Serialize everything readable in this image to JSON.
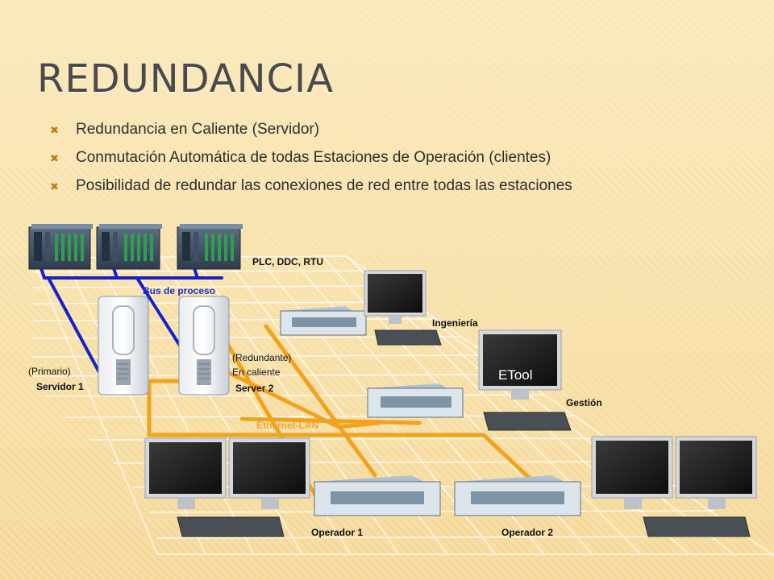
{
  "slide": {
    "title": "REDUNDANCIA",
    "bullets": [
      "Redundancia en Caliente (Servidor)",
      "Conmutación Automática de todas Estaciones de Operación (clientes)",
      "Posibilidad de redundar las conexiones de red entre todas las estaciones"
    ],
    "bullet_icon": "x-bullet-icon"
  },
  "diagram": {
    "plc_label": "PLC, DDC, RTU",
    "bus_label": "Bus de proceso",
    "ethernet_label": "Ethernet-LAN",
    "primary_note": "(Primario)",
    "server1_label": "Servidor 1",
    "redundant_note_1": "(Redundante)",
    "redundant_note_2": "En caliente",
    "server2_label": "Server 2",
    "engineering_label": "Ingeniería",
    "etool_screen": "ETool",
    "management_label": "Gestión",
    "operator1_label": "Operador  1",
    "operator2_label": "Operador  2",
    "colors": {
      "bus": "#1522c8",
      "ethernet": "#f2a21d",
      "grid": "#ffffff"
    }
  }
}
